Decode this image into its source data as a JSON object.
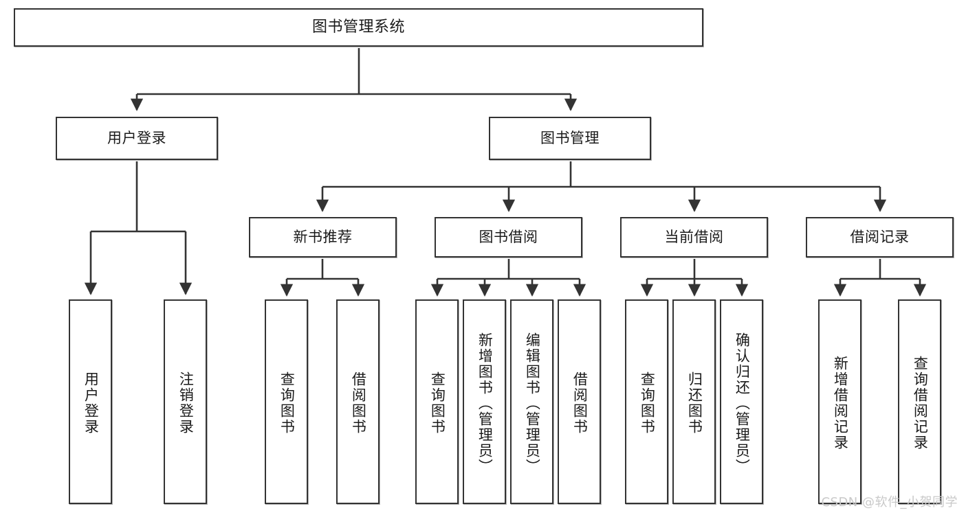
{
  "diagram": {
    "title": "图书管理系统",
    "type": "tree-hierarchy-diagram",
    "watermark": "CSDN @软件_小贺同学",
    "colors": {
      "border": "#333333",
      "background": "#ffffff",
      "text": "#1a1a1a",
      "watermark": "#c9c9c9"
    }
  },
  "nodes": {
    "root": {
      "label": "图书管理系统"
    },
    "level2": [
      {
        "id": "user-login",
        "label": "用户登录"
      },
      {
        "id": "book-manage",
        "label": "图书管理"
      }
    ],
    "level3": [
      {
        "id": "new-book-recommend",
        "label": "新书推荐"
      },
      {
        "id": "book-borrow",
        "label": "图书借阅"
      },
      {
        "id": "current-borrow",
        "label": "当前借阅"
      },
      {
        "id": "borrow-record",
        "label": "借阅记录"
      }
    ],
    "leaves": {
      "user_login": [
        {
          "id": "leaf-user-login",
          "label": "用户登录"
        },
        {
          "id": "leaf-user-logout",
          "label": "注销登录"
        }
      ],
      "new_book_recommend": [
        {
          "id": "leaf-query-book-1",
          "label": "查询图书"
        },
        {
          "id": "leaf-borrow-book-1",
          "label": "借阅图书"
        }
      ],
      "book_borrow": [
        {
          "id": "leaf-query-book-2",
          "label": "查询图书"
        },
        {
          "id": "leaf-add-book",
          "label": "新增图书（管理员）"
        },
        {
          "id": "leaf-edit-book",
          "label": "编辑图书（管理员）"
        },
        {
          "id": "leaf-borrow-book-2",
          "label": "借阅图书"
        }
      ],
      "current_borrow": [
        {
          "id": "leaf-query-book-3",
          "label": "查询图书"
        },
        {
          "id": "leaf-return-book",
          "label": "归还图书"
        },
        {
          "id": "leaf-confirm-return",
          "label": "确认归还（管理员）"
        }
      ],
      "borrow_record": [
        {
          "id": "leaf-add-record",
          "label": "新增借阅记录"
        },
        {
          "id": "leaf-query-record",
          "label": "查询借阅记录"
        }
      ]
    }
  }
}
